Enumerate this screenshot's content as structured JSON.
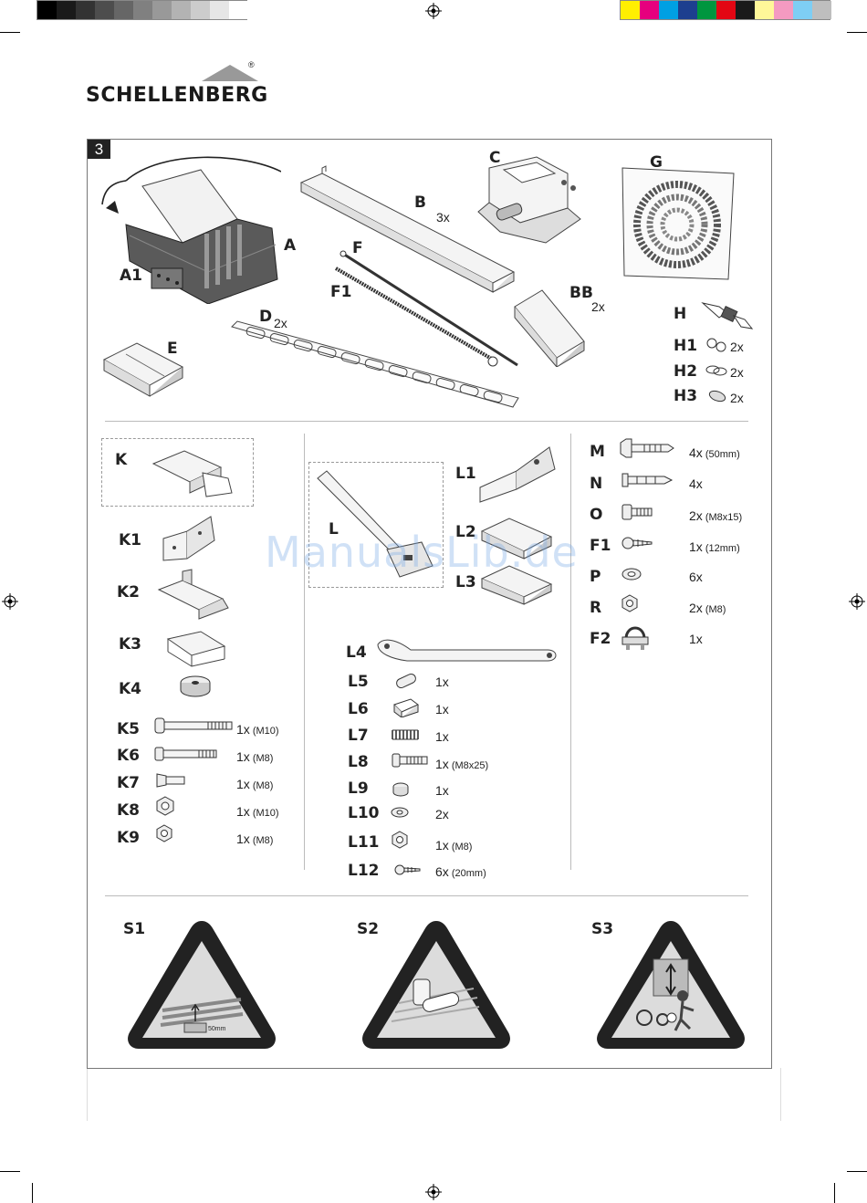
{
  "color_bar_gray": [
    "#000000",
    "#1a1a1a",
    "#333333",
    "#4d4d4d",
    "#666666",
    "#808080",
    "#999999",
    "#b3b3b3",
    "#cccccc",
    "#e6e6e6",
    "#ffffff"
  ],
  "color_bar_cmyk": [
    "#ffef00",
    "#e6007e",
    "#00a0e3",
    "#1d3f8f",
    "#00963f",
    "#e30613",
    "#1a1a1a",
    "#fff799",
    "#f49ac1",
    "#7ecef4",
    "#bebebe"
  ],
  "brand": {
    "name": "SCHELLENBERG",
    "registered": "®"
  },
  "figure_number": "3",
  "watermark": "ManualsLib.de",
  "top_parts": [
    {
      "label": "A"
    },
    {
      "label": "A1"
    },
    {
      "label": "B",
      "qty": "3x"
    },
    {
      "label": "BB",
      "qty": "2x"
    },
    {
      "label": "C"
    },
    {
      "label": "D",
      "qty": "2x"
    },
    {
      "label": "E"
    },
    {
      "label": "F"
    },
    {
      "label": "F1"
    },
    {
      "label": "G"
    },
    {
      "label": "H"
    },
    {
      "label": "H1",
      "qty": "2x"
    },
    {
      "label": "H2",
      "qty": "2x"
    },
    {
      "label": "H3",
      "qty": "2x"
    }
  ],
  "k_parts": [
    {
      "label": "K"
    },
    {
      "label": "K1"
    },
    {
      "label": "K2"
    },
    {
      "label": "K3"
    },
    {
      "label": "K4"
    },
    {
      "label": "K5",
      "qty": "1x",
      "spec": "(M10)"
    },
    {
      "label": "K6",
      "qty": "1x",
      "spec": "(M8)"
    },
    {
      "label": "K7",
      "qty": "1x",
      "spec": "(M8)"
    },
    {
      "label": "K8",
      "qty": "1x",
      "spec": "(M10)"
    },
    {
      "label": "K9",
      "qty": "1x",
      "spec": "(M8)"
    }
  ],
  "l_parts": [
    {
      "label": "L"
    },
    {
      "label": "L1"
    },
    {
      "label": "L2"
    },
    {
      "label": "L3"
    },
    {
      "label": "L4"
    },
    {
      "label": "L5",
      "qty": "1x",
      "spec": ""
    },
    {
      "label": "L6",
      "qty": "1x",
      "spec": ""
    },
    {
      "label": "L7",
      "qty": "1x",
      "spec": ""
    },
    {
      "label": "L8",
      "qty": "1x",
      "spec": "(M8x25)"
    },
    {
      "label": "L9",
      "qty": "1x",
      "spec": ""
    },
    {
      "label": "L10",
      "qty": "2x",
      "spec": ""
    },
    {
      "label": "L11",
      "qty": "1x",
      "spec": "(M8)"
    },
    {
      "label": "L12",
      "qty": "6x",
      "spec": "(20mm)"
    }
  ],
  "m_parts": [
    {
      "label": "M",
      "qty": "4x",
      "spec": "(50mm)"
    },
    {
      "label": "N",
      "qty": "4x",
      "spec": ""
    },
    {
      "label": "O",
      "qty": "2x",
      "spec": "(M8x15)"
    },
    {
      "label": "F1",
      "qty": "1x",
      "spec": "(12mm)"
    },
    {
      "label": "P",
      "qty": "6x",
      "spec": ""
    },
    {
      "label": "R",
      "qty": "2x",
      "spec": "(M8)"
    },
    {
      "label": "F2",
      "qty": "1x",
      "spec": ""
    }
  ],
  "safety": [
    {
      "label": "S1",
      "note": "50mm"
    },
    {
      "label": "S2"
    },
    {
      "label": "S3"
    }
  ]
}
